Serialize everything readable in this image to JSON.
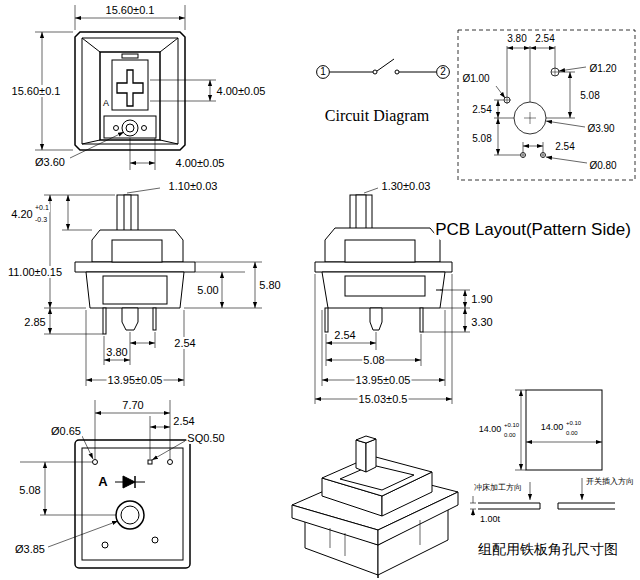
{
  "diagram": {
    "nodes": [
      {
        "text": [
          "1"
        ]
      },
      {
        "text": [
          "2"
        ]
      }
    ],
    "labels": [
      "15.60±0.1",
      "A",
      "15.60±0.1",
      "4.00±0.05",
      "Ø3.60",
      "4.00±0.05",
      "Circuit Diagram",
      "3.80",
      "2.54",
      "Ø1.00",
      "Ø1.20",
      "2.54",
      "5.08",
      "Ø3.90",
      "5.08",
      "2.54",
      "Ø0.80",
      "PCB Layout(Pattern Side)",
      "1.10±0.03",
      "4.20",
      "+0.1",
      "-0.3",
      "11.00±0.15",
      "5.00",
      "5.80",
      "2.85",
      "2.54",
      "3.80",
      "13.95±0.05",
      "1.30±0.03",
      "1.90",
      "3.30",
      "2.54",
      "5.08",
      "13.95±0.05",
      "15.03±0.5",
      "7.70",
      "2.54",
      "Ø0.65",
      "SQ0.50",
      "5.08",
      "A",
      "Ø3.85",
      "14.00",
      "+0.10",
      "0.00",
      "14.00",
      "+0.10",
      "0.00",
      "冲床加工方向",
      "开关插入方向",
      "1.00t",
      "组配用铁板角孔尺寸图"
    ]
  }
}
